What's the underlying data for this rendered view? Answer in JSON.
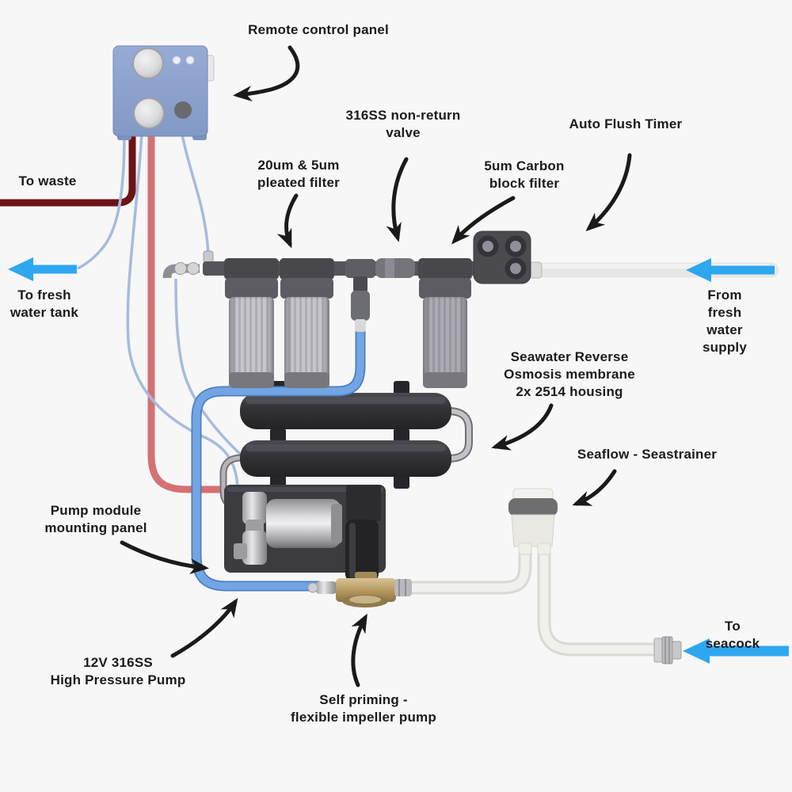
{
  "labels": {
    "remote_control_panel": "Remote control panel",
    "to_waste": "To waste",
    "to_fresh_water_tank": "To fresh\nwater tank",
    "pleated_filter": "20um  & 5um\npleated filter",
    "non_return_valve": "316SS non-return\nvalve",
    "carbon_block_filter": "5um Carbon\nblock filter",
    "auto_flush_timer": "Auto Flush Timer",
    "from_fresh_water_supply": "From fresh\nwater supply",
    "ro_membrane": "Seawater Reverse\nOsmosis membrane\n2x 2514 housing",
    "seastrainer": "Seaflow - Seastrainer",
    "pump_module": "Pump module\nmounting panel",
    "high_pressure_pump": "12V 316SS\nHigh Pressure Pump",
    "impeller_pump": "Self priming -\nflexible impeller pump",
    "to_seacock": "To seacock"
  },
  "colors": {
    "flow_arrow_blue": "#2ea7f1",
    "waste_tube_dark_red": "#6d1315",
    "pressure_tube_red": "#d57173",
    "feed_tube_blue": "#72a5e3",
    "thin_tube_blue": "#a6bbdf",
    "membrane_housing_dark": "#323236",
    "control_panel_blue": "#8ea6d0",
    "annotation_black": "#1a1a1a",
    "background": "#f7f7f8"
  }
}
